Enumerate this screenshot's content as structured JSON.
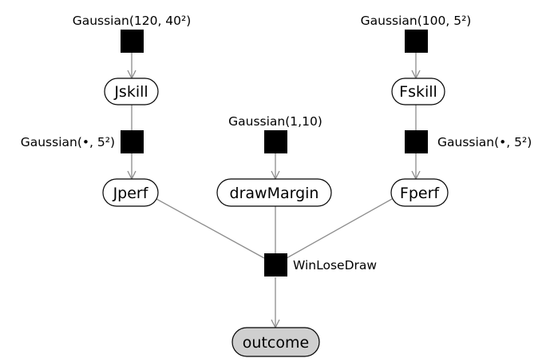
{
  "variables": {
    "jskill": "Jskill",
    "fskill": "Fskill",
    "jperf": "Jperf",
    "draw_margin": "drawMargin",
    "fperf": "Fperf",
    "outcome": "outcome"
  },
  "factors": {
    "jskill_prior": "Gaussian(120, 40²)",
    "fskill_prior": "Gaussian(100, 5²)",
    "jperf_noise": "Gaussian(•, 5²)",
    "draw_margin_prior": "Gaussian(1,10)",
    "fperf_noise": "Gaussian(•, 5²)",
    "win_lose_draw": "WinLoseDraw"
  },
  "colors": {
    "edge": "#8c8c8c",
    "factor": "#000000",
    "node_fill": "#ffffff",
    "observed_fill": "#cfcfcf",
    "node_border": "#000000"
  }
}
